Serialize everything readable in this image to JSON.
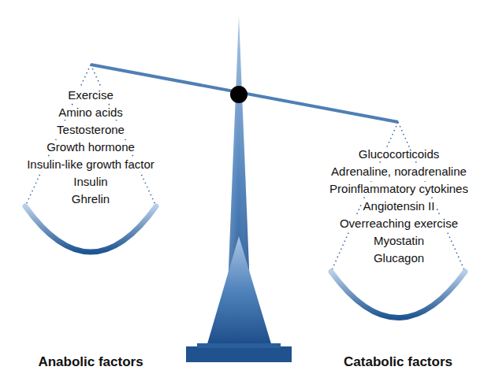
{
  "diagram": {
    "nodes": [
      {
        "text": [
          "Exercise",
          "Amino acids",
          "Testosterone",
          "Growth hormone",
          "Insulin-like growth factor",
          "Insulin",
          "Ghrelin"
        ]
      },
      {
        "text": [
          "Glucocorticoids",
          "Adrenaline, noradrenaline",
          "Proinflammatory cytokines",
          "Angiotensin II",
          "Overreaching exercise",
          "Myostatin",
          "Glucagon"
        ]
      }
    ],
    "labels": [
      "Anabolic factors",
      "Catabolic factors"
    ]
  }
}
